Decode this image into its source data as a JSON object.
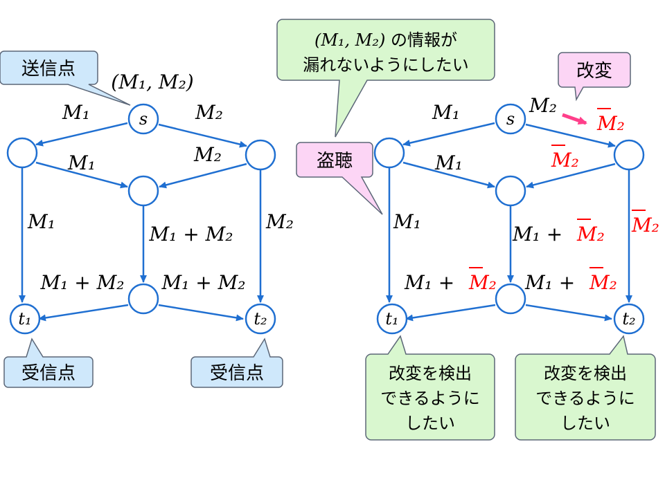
{
  "colors": {
    "edge": "#1f6fd1",
    "node_stroke": "#1f6fd1",
    "tamper": "#ff0000",
    "arrow_pink": "#ff3f8a",
    "callout_blue_fill": "#cfe8fb",
    "callout_green_fill": "#d9f7cf",
    "callout_pink_fill": "#fcd5f5"
  },
  "left": {
    "source_label": "s",
    "source_message": "(M₁, M₂)",
    "sink1_label": "t₁",
    "sink2_label": "t₂",
    "edge_s_a": "M₁",
    "edge_s_b": "M₂",
    "edge_a_c": "M₁",
    "edge_b_c": "M₂",
    "edge_a_t1": "M₁",
    "edge_c_d": "M₁ + M₂",
    "edge_b_t2": "M₂",
    "edge_d_t1": "M₁ + M₂",
    "edge_d_t2": "M₁ + M₂",
    "callout_sender": "送信点",
    "callout_receiver1": "受信点",
    "callout_receiver2": "受信点"
  },
  "right": {
    "source_label": "s",
    "sink1_label": "t₁",
    "sink2_label": "t₂",
    "edge_s_a": "M₁",
    "edge_s_b": "M₂",
    "tampered_symbol": "M₂",
    "edge_a_c": "M₁",
    "edge_a_t1": "M₁",
    "edge_c_d_plain": "M₁ + ",
    "edge_d_t1_plain": "M₁ + ",
    "edge_d_t2_plain": "M₁ + ",
    "callout_privacy_line1_math": "(M₁, M₂)",
    "callout_privacy_line1_text": " の情報が",
    "callout_privacy_line2": "漏れないようにしたい",
    "callout_tamper": "改変",
    "callout_eavesdrop": "盗聴",
    "callout_detect1": [
      "改変を検出",
      "できるように",
      "したい"
    ],
    "callout_detect2": [
      "改変を検出",
      "できるように",
      "したい"
    ]
  }
}
